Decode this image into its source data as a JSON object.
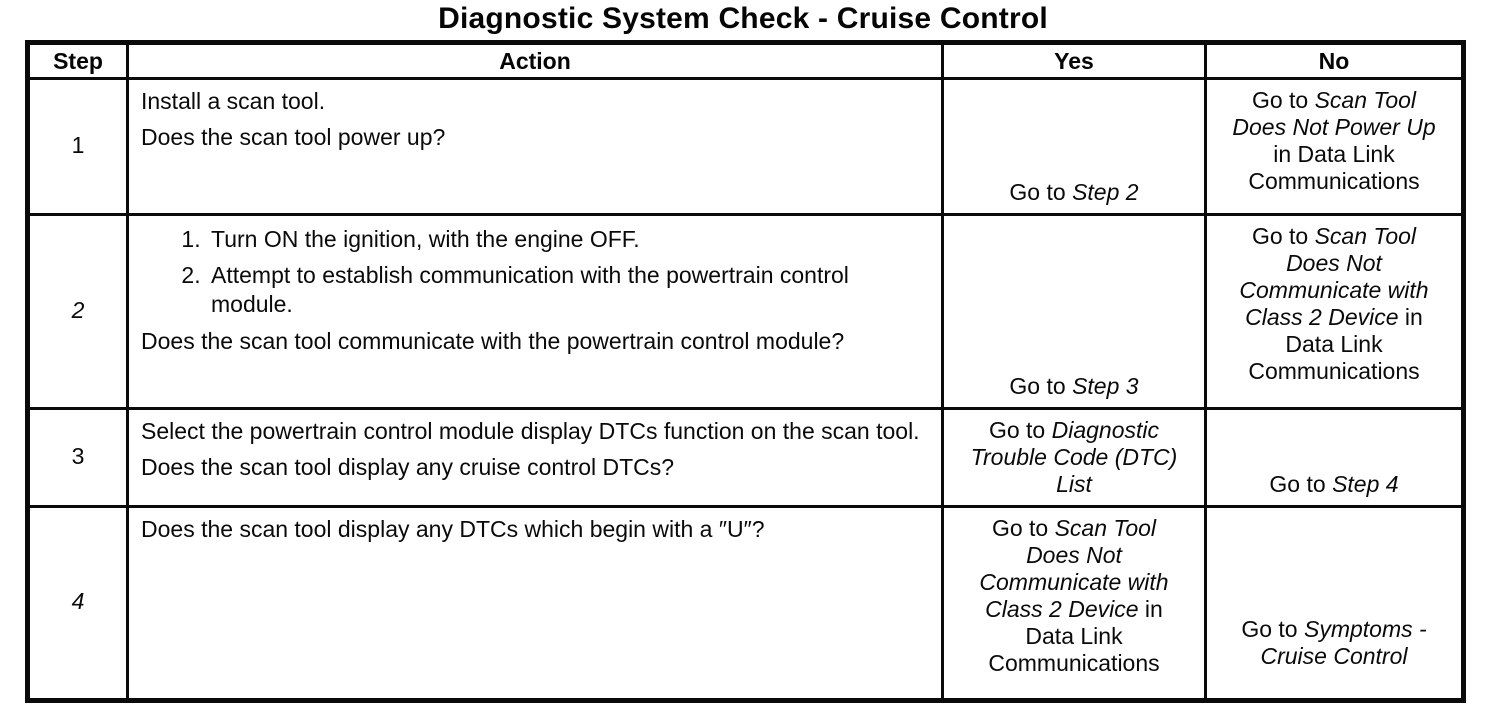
{
  "title": "Diagnostic System Check - Cruise Control",
  "table": {
    "headers": {
      "step": "Step",
      "action": "Action",
      "yes": "Yes",
      "no": "No"
    },
    "rows": [
      {
        "step": "1",
        "action": {
          "p1": "Install a scan tool.",
          "question": "Does the scan tool power up?"
        },
        "yes": {
          "pre": "Go to ",
          "italic": "Step 2",
          "post": ""
        },
        "no": {
          "pre": "Go to ",
          "italic": "Scan Tool Does Not Power Up",
          "post": " in Data Link Communications"
        }
      },
      {
        "step": "2",
        "action": {
          "list": [
            "Turn ON the ignition, with the engine OFF.",
            "Attempt to establish communication with the powertrain control module."
          ],
          "question": "Does the scan tool communicate with the powertrain control module?"
        },
        "yes": {
          "pre": "Go to ",
          "italic": "Step 3",
          "post": ""
        },
        "no": {
          "pre": "Go to ",
          "italic": "Scan Tool Does Not Communicate with Class 2 Device",
          "post": " in Data Link Communications"
        }
      },
      {
        "step": "3",
        "action": {
          "p1": "Select the powertrain control module display DTCs function on the scan tool.",
          "question": "Does the scan tool display any cruise control DTCs?"
        },
        "yes": {
          "pre": "Go to ",
          "italic": "Diagnostic Trouble Code (DTC) List",
          "post": ""
        },
        "no": {
          "pre": "Go to ",
          "italic": "Step 4",
          "post": ""
        }
      },
      {
        "step": "4",
        "action": {
          "question": "Does the scan tool display any DTCs which begin with a ″U″?"
        },
        "yes": {
          "pre": "Go to ",
          "italic": "Scan Tool Does Not Communicate with Class 2 Device",
          "post": " in Data Link Communications"
        },
        "no": {
          "pre": "Go to ",
          "italic": "Symptoms - Cruise Control",
          "post": ""
        }
      }
    ]
  }
}
